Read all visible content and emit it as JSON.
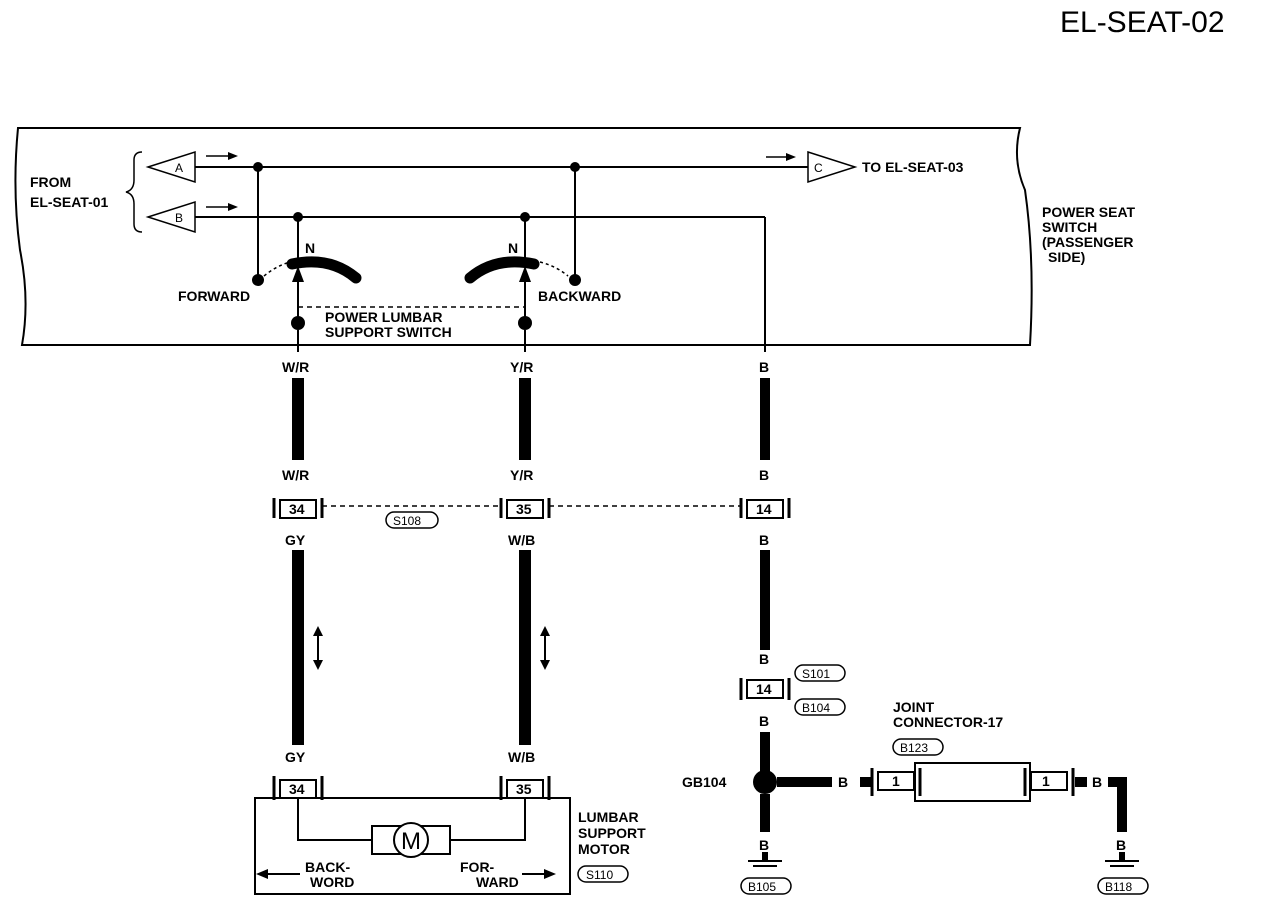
{
  "page_title": "EL-SEAT-02",
  "from_label_line1": "FROM",
  "from_label_line2": "EL-SEAT-01",
  "to_label": "TO EL-SEAT-03",
  "connector_a": "A",
  "connector_b": "B",
  "connector_c": "C",
  "switch_block_label": [
    "POWER SEAT",
    "SWITCH",
    "(PASSENGER",
    "SIDE)"
  ],
  "lumbar_switch_label": [
    "POWER LUMBAR",
    "SUPPORT SWITCH"
  ],
  "forward_label": "FORWARD",
  "backward_label": "BACKWARD",
  "neutral_label": "N",
  "wire_colors": {
    "wr": "W/R",
    "yr": "Y/R",
    "b": "B",
    "gy": "GY",
    "wb": "W/B"
  },
  "pins": {
    "p34": "34",
    "p35": "35",
    "p14": "14",
    "p1": "1"
  },
  "connectors": {
    "s108": "S108",
    "s101": "S101",
    "b104": "B104",
    "b123": "B123",
    "s110": "S110",
    "b105": "B105",
    "b118": "B118"
  },
  "ground_label": "GB104",
  "joint_connector_label": [
    "JOINT",
    "CONNECTOR-17"
  ],
  "motor_label": [
    "LUMBAR",
    "SUPPORT",
    "MOTOR"
  ],
  "motor_symbol": "M",
  "backword_label": [
    "BACK-",
    "WORD"
  ],
  "forward_motor_label": [
    "FOR-",
    "WARD"
  ]
}
